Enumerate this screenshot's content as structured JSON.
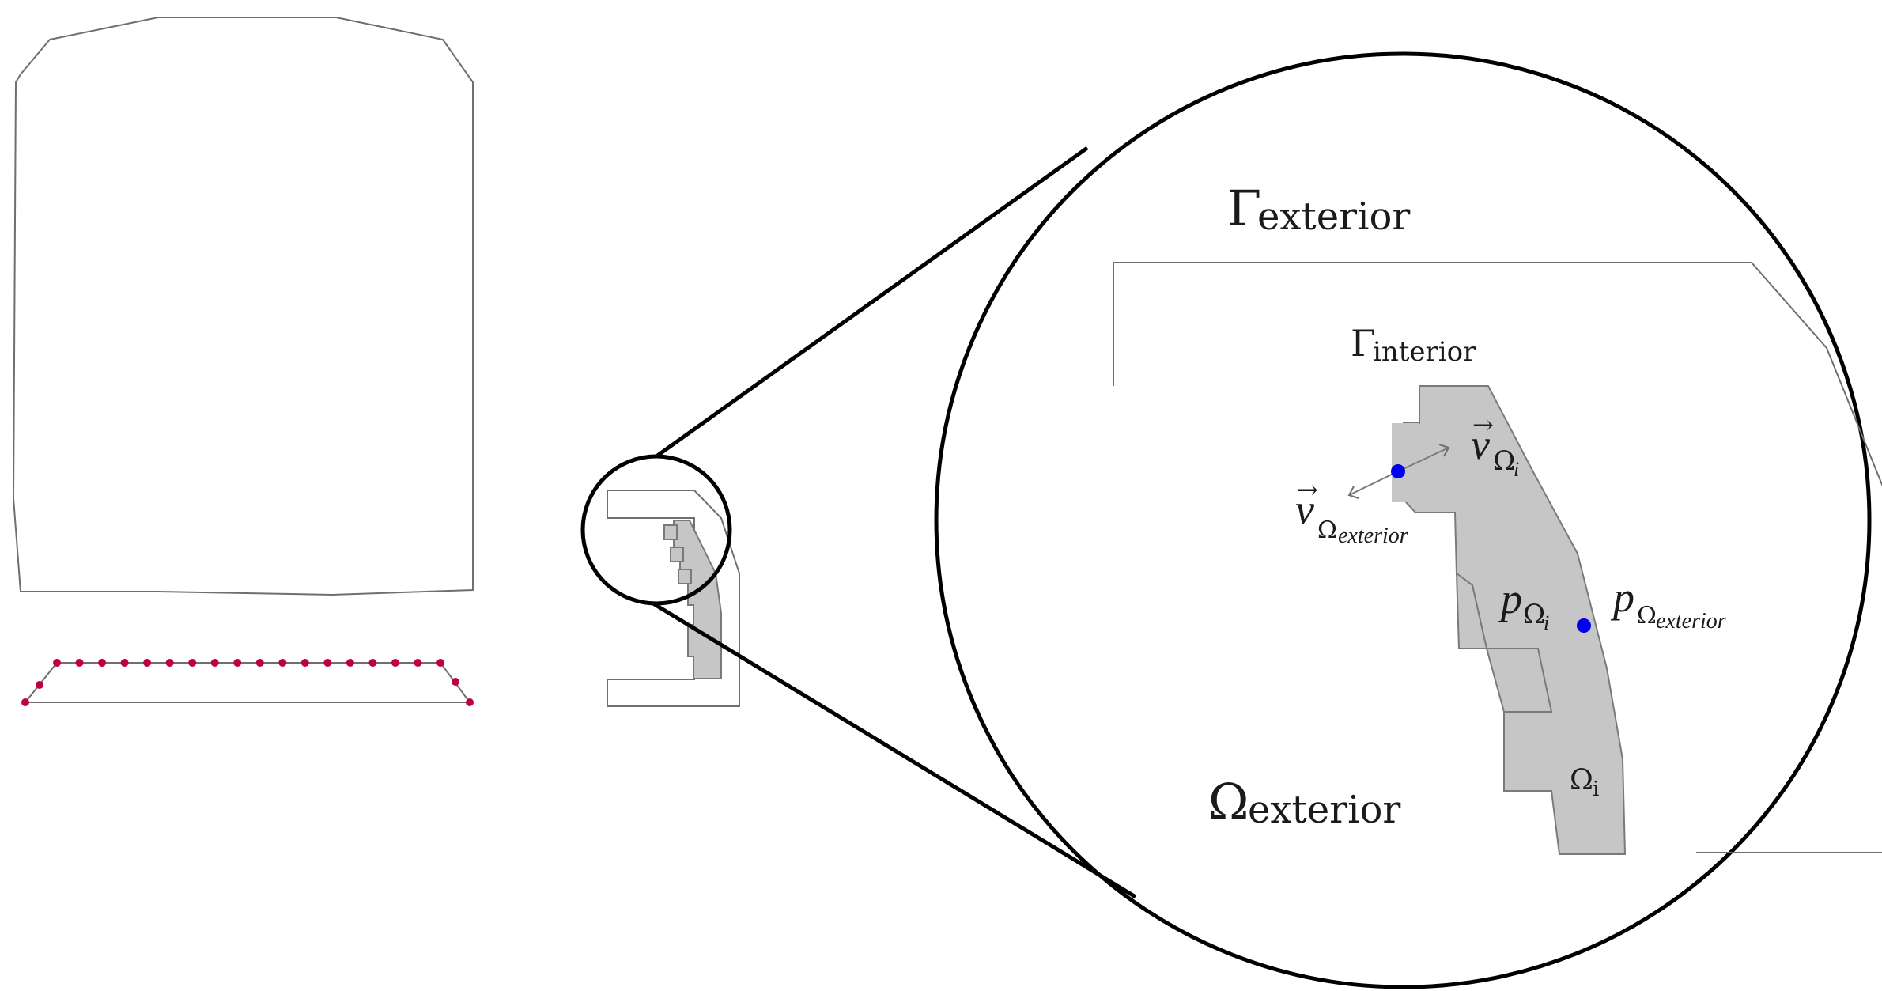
{
  "labels": {
    "gamma_symbol": "Γ",
    "omega_symbol": "Ω",
    "exterior": "exterior",
    "interior": "interior",
    "subscript_i": "i",
    "vector_symbol": "v",
    "vector_arrow": "→",
    "point_symbol": "p"
  },
  "colors": {
    "point_color": "#0000ee",
    "subdomain_fill": "#c6c6c6",
    "red_node_color": "#c0003c"
  },
  "markers": {
    "left_bottom_node_count": 22,
    "detail_blue_points": 2
  }
}
